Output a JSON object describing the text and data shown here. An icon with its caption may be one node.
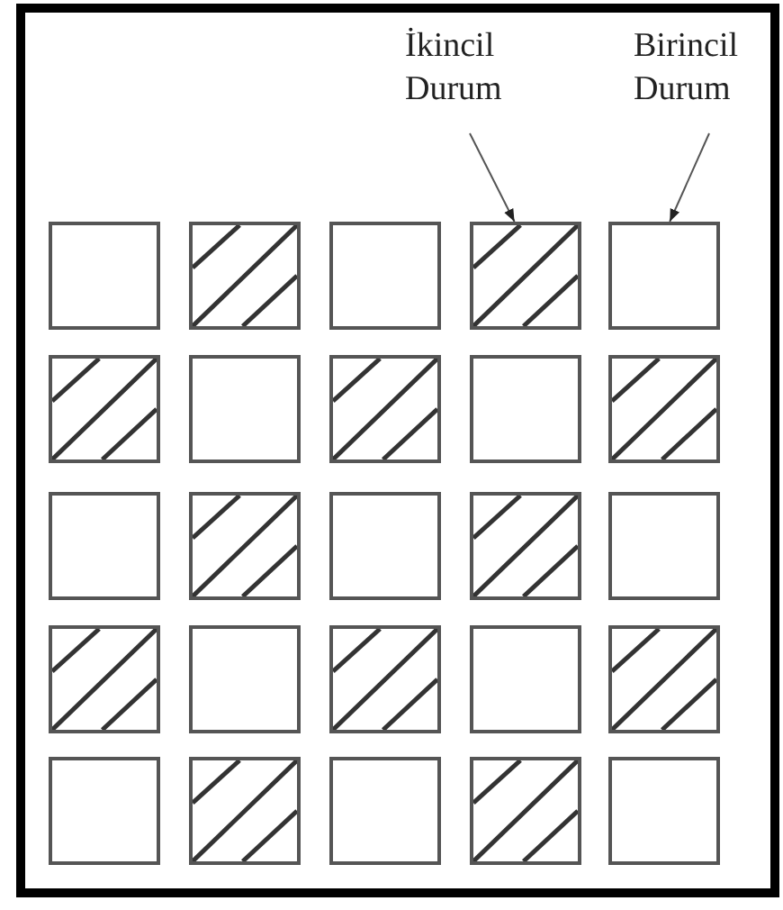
{
  "diagram": {
    "nodes": [
      {
        "text": [
          "İkincil Durum"
        ]
      },
      {
        "text": [
          "Birincil Durum"
        ]
      },
      {
        "text": [],
        "shape": "box"
      },
      {
        "text": [],
        "shape": "box"
      },
      {
        "text": [],
        "shape": "box"
      },
      {
        "text": [],
        "shape": "box"
      },
      {
        "text": [],
        "shape": "box"
      },
      {
        "text": [],
        "shape": "box"
      },
      {
        "text": [],
        "shape": "box"
      },
      {
        "text": [],
        "shape": "box"
      },
      {
        "text": [],
        "shape": "box"
      },
      {
        "text": [],
        "shape": "box"
      },
      {
        "text": [],
        "shape": "box"
      },
      {
        "text": [],
        "shape": "box"
      },
      {
        "text": [],
        "shape": "box"
      },
      {
        "text": [],
        "shape": "box"
      },
      {
        "text": [],
        "shape": "box"
      },
      {
        "text": [],
        "shape": "box"
      },
      {
        "text": [],
        "shape": "box"
      },
      {
        "text": [],
        "shape": "box"
      },
      {
        "text": [],
        "shape": "box"
      },
      {
        "text": [],
        "shape": "box"
      },
      {
        "text": [],
        "shape": "box"
      },
      {
        "text": [],
        "shape": "box"
      },
      {
        "text": [],
        "shape": "box"
      },
      {
        "text": [],
        "shape": "box"
      },
      {
        "text": [],
        "shape": "box"
      }
    ],
    "edges": [
      {
        "from": 0,
        "to": 5,
        "arrow": "to"
      },
      {
        "from": 1,
        "to": 6,
        "arrow": "to"
      }
    ]
  }
}
